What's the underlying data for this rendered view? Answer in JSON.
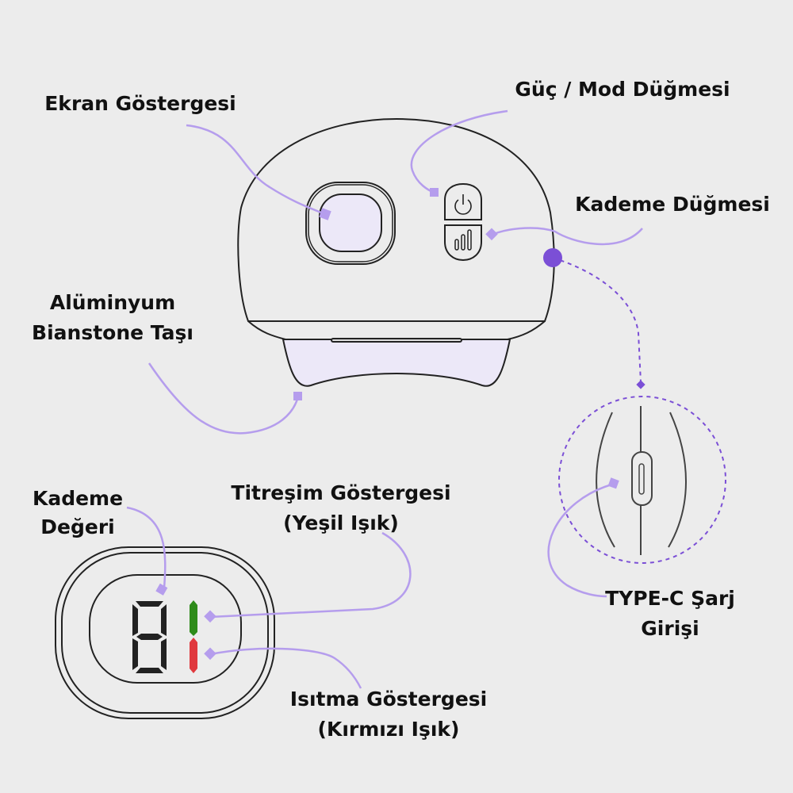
{
  "labels": {
    "screen": "Ekran Göstergesi",
    "power_mode": "Güç / Mod Düğmesi",
    "level_button": "Kademe Düğmesi",
    "stone": [
      "Alüminyum",
      "Bianstone Taşı"
    ],
    "level_value": [
      "Kademe",
      "Değeri"
    ],
    "vibration": [
      "Titreşim Göstergesi",
      "(Yeşil Işık)"
    ],
    "heating": [
      "Isıtma Göstergesi",
      "(Kırmızı Işık)"
    ],
    "typec": [
      "TYPE-C Şarj",
      "Girişi"
    ]
  },
  "display": {
    "digit": "8"
  },
  "colors": {
    "background": "#ececec",
    "leader": "#b59ded",
    "accent": "#7b4fd6",
    "fill": "#ece8f8",
    "green": "#2e8b1a",
    "red": "#e0393e"
  },
  "icons": [
    "power-icon",
    "signal-bars-icon"
  ]
}
